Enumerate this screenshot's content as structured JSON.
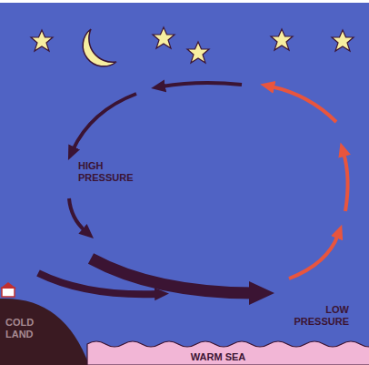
{
  "diagram": {
    "labels": [
      "HIGH PRESSURE",
      "LOW PRESSURE",
      "COLD LAND",
      "WARM SEA"
    ]
  }
}
